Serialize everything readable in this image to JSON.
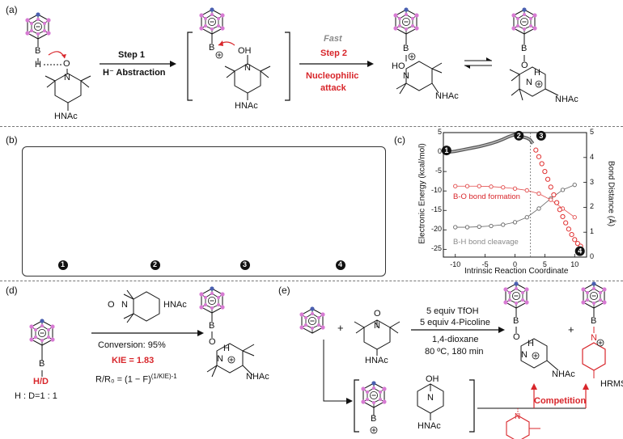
{
  "panel_a": {
    "label": "(a)",
    "step1": "Step 1",
    "h_abstraction": "H⁻ Abstraction",
    "fast": "Fast",
    "step2": "Step 2",
    "nucleophilic": "Nucleophilic",
    "attack": "attack",
    "hnac": "HNAc",
    "nhac": "NHAc",
    "atom_b": "B",
    "atom_h": "H",
    "atom_o": "O",
    "atom_n": "N",
    "oh": "OH",
    "ho": "HO",
    "nh": "H"
  },
  "panel_b": {
    "label": "(b)",
    "markers": [
      "1",
      "2",
      "3",
      "4"
    ]
  },
  "panel_c": {
    "label": "(c)",
    "ylabel_left": "Electronic Energy (kcal/mol)",
    "ylabel_right": "Bond Distance (Å)",
    "xlabel": "Intrinsic Reaction Coordinate",
    "bo_label": "B-O bond formation",
    "bh_label": "B-H bond cleavage",
    "yticks_left": [
      "5",
      "0",
      "-5",
      "-10",
      "-15",
      "-20",
      "-25"
    ],
    "yticks_right": [
      "5",
      "4",
      "3",
      "2",
      "1",
      "0"
    ],
    "xticks": [
      "-10",
      "-5",
      "0",
      "5",
      "10"
    ],
    "markers": [
      "1",
      "2",
      "3",
      "4"
    ]
  },
  "chart_data": {
    "type": "line",
    "xlabel": "Intrinsic Reaction Coordinate",
    "ylabel": "Electronic Energy (kcal/mol)",
    "ylabel_right": "Bond Distance (Å)",
    "xlim": [
      -12,
      12
    ],
    "ylim": [
      -27,
      5
    ],
    "ylim_right": [
      0,
      5
    ],
    "series": [
      {
        "axis": "left",
        "x": [
          -11,
          -10,
          -9,
          -8,
          -7,
          -6,
          -5,
          -4,
          -3,
          -2,
          -1,
          0,
          1,
          2,
          2.5,
          3,
          3.5,
          4,
          4.5,
          5,
          5.5,
          6,
          6.5,
          7,
          7.5,
          8,
          8.5,
          9,
          9.5,
          10,
          10.5,
          11
        ],
        "y": [
          0,
          0.2,
          0.5,
          0.8,
          1.1,
          1.4,
          1.8,
          2.2,
          2.7,
          3.3,
          4.0,
          4.5,
          4.0,
          3.6,
          3.2,
          2.2,
          0.5,
          -1.2,
          -3.0,
          -5.0,
          -7.0,
          -9.0,
          -11.0,
          -13.0,
          -14.8,
          -16.6,
          -18.2,
          -19.8,
          -21.2,
          -22.5,
          -23.5,
          -24.2
        ]
      },
      {
        "name": "B-O bond formation",
        "axis": "right",
        "x": [
          -10,
          -8,
          -6,
          -4,
          -2,
          0,
          2,
          4,
          6,
          8,
          10
        ],
        "y": [
          2.85,
          2.85,
          2.85,
          2.83,
          2.8,
          2.75,
          2.68,
          2.55,
          2.3,
          1.95,
          1.6
        ]
      },
      {
        "name": "B-H bond cleavage",
        "axis": "right",
        "x": [
          -10,
          -8,
          -6,
          -4,
          -2,
          0,
          2,
          4,
          6,
          8,
          10
        ],
        "y": [
          1.2,
          1.2,
          1.22,
          1.25,
          1.3,
          1.4,
          1.6,
          1.95,
          2.35,
          2.7,
          2.9
        ]
      }
    ]
  },
  "panel_d": {
    "label": "(d)",
    "hnac": "HNAc",
    "nhac": "NHAc",
    "conversion": "Conversion: 95%",
    "kie": "KIE = 1.83",
    "ratio": "H : D=1 : 1",
    "formula": "R/R₀ = (1 − F)",
    "formula_exp": "(1/KIE)-1",
    "hd": "H/D",
    "atom_b": "B",
    "atom_o": "O",
    "atom_n": "N",
    "nh": "H"
  },
  "panel_e": {
    "label": "(e)",
    "plus": "+",
    "tfoh": "5 equiv TfOH",
    "picoline": "5 equiv 4-Picoline",
    "solvent": "1,4-dioxane",
    "conditions": "80 ºC, 180 min",
    "hnac": "HNAc",
    "nhac": "NHAc",
    "hrms": "HRMS",
    "competition": "Competition",
    "oh": "OH",
    "atom_b": "B",
    "atom_o": "O",
    "atom_n": "N",
    "nh": "H"
  },
  "colors": {
    "accent_red": "#d8262b",
    "cage_pink": "#d77bd3",
    "boron_blue": "#4a5fb0",
    "orbital_green": "#3bd13b"
  }
}
